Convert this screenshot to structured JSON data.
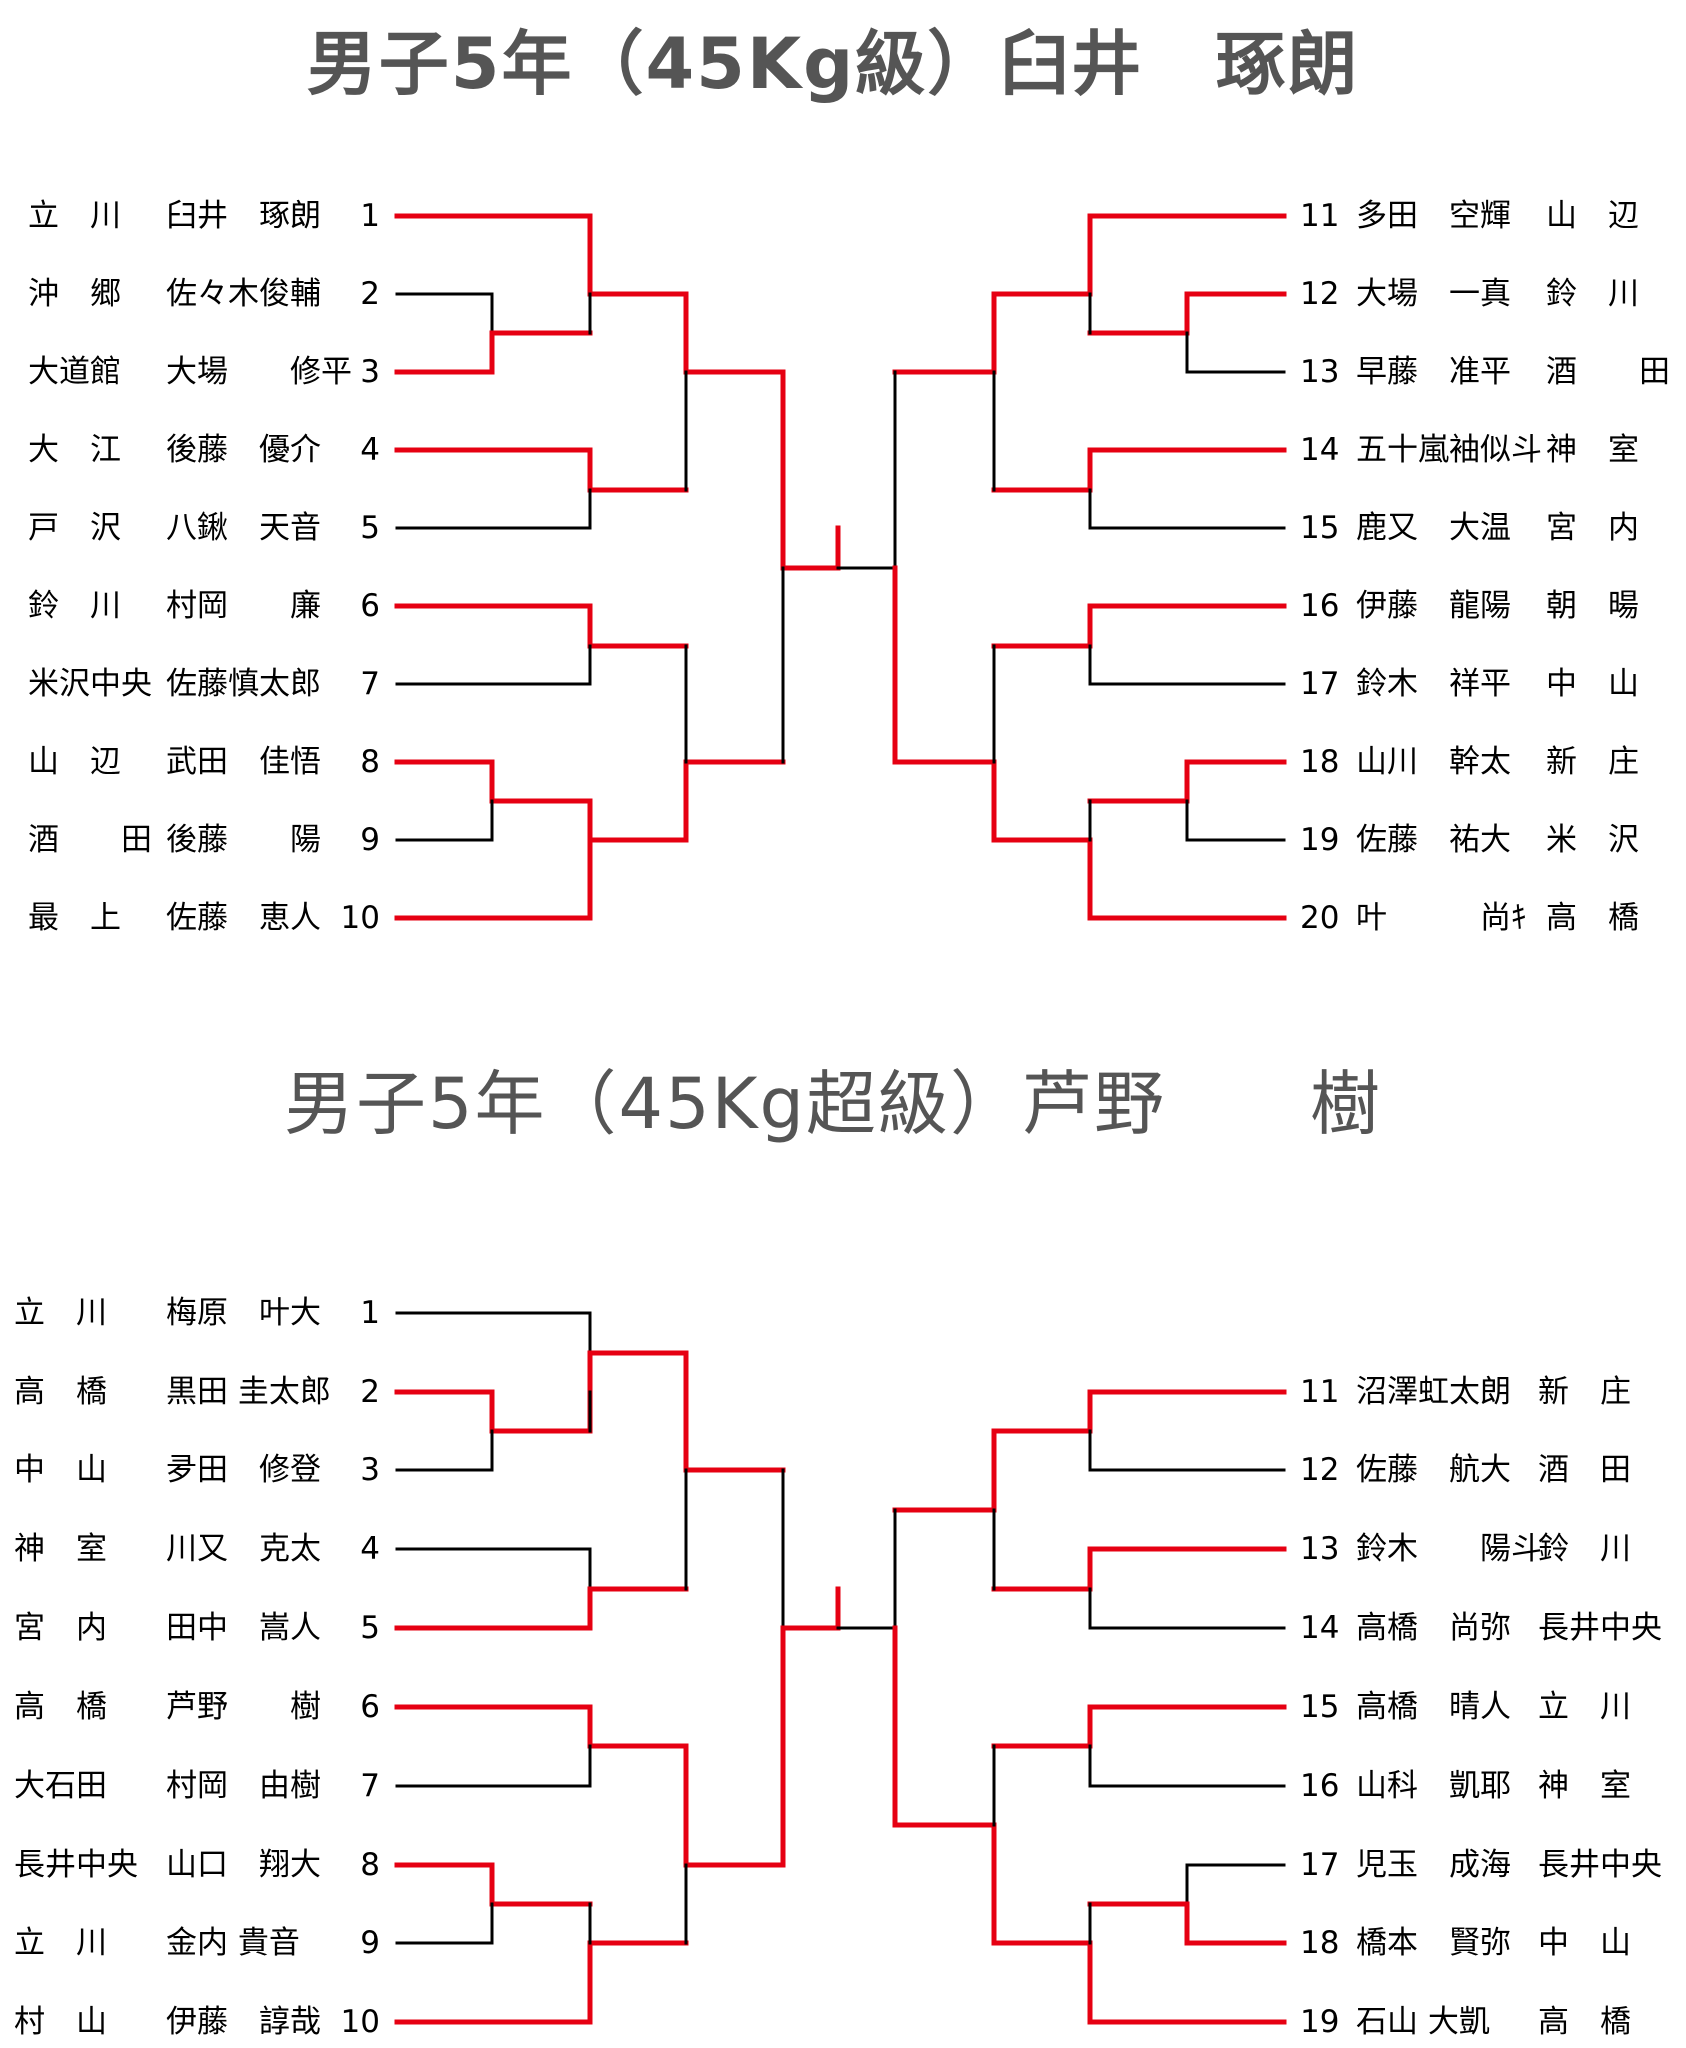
{
  "brackets": [
    {
      "title": "男子5年（45Kg級）臼井　琢朗",
      "left": [
        {
          "team": "立　川",
          "name": "臼井　琢朗",
          "no": "1"
        },
        {
          "team": "沖　郷",
          "name": "佐々木俊輔",
          "no": "2"
        },
        {
          "team": "大道館",
          "name": "大場　　修平",
          "no": "3"
        },
        {
          "team": "大　江",
          "name": "後藤　優介",
          "no": "4"
        },
        {
          "team": "戸　沢",
          "name": "八鍬　天音",
          "no": "5"
        },
        {
          "team": "鈴　川",
          "name": "村岡　　廉",
          "no": "6"
        },
        {
          "team": "米沢中央",
          "name": "佐藤慎太郎",
          "no": "7"
        },
        {
          "team": "山　辺",
          "name": "武田　佳悟",
          "no": "8"
        },
        {
          "team": "酒　　田",
          "name": "後藤　　陽",
          "no": "9"
        },
        {
          "team": "最　上",
          "name": "佐藤　恵人",
          "no": "10"
        }
      ],
      "right": [
        {
          "no": "11",
          "name": "多田　空輝",
          "team": "山　辺"
        },
        {
          "no": "12",
          "name": "大場　一真",
          "team": "鈴　川"
        },
        {
          "no": "13",
          "name": "早藤　准平",
          "team": "酒　　田"
        },
        {
          "no": "14",
          "name": "五十嵐袖似斗",
          "team": "神　室"
        },
        {
          "no": "15",
          "name": "鹿又　大温",
          "team": "宮　内"
        },
        {
          "no": "16",
          "name": "伊藤　龍陽",
          "team": "朝　暘"
        },
        {
          "no": "17",
          "name": "鈴木　祥平",
          "team": "中　山"
        },
        {
          "no": "18",
          "name": "山川　幹太",
          "team": "新　庄"
        },
        {
          "no": "19",
          "name": "佐藤　祐大",
          "team": "米　沢"
        },
        {
          "no": "20",
          "name": "叶　　　尚ｷ",
          "team": "高　橋"
        }
      ]
    },
    {
      "title": "男子5年（45Kg超級）芦野　　樹",
      "left": [
        {
          "team": "立　川",
          "name": "梅原　叶大",
          "no": "1"
        },
        {
          "team": "高　橋",
          "name": "黒田 圭太郎",
          "no": "2"
        },
        {
          "team": "中　山",
          "name": "夛田　修登",
          "no": "3"
        },
        {
          "team": "神　室",
          "name": "川又　克太",
          "no": "4"
        },
        {
          "team": "宮　内",
          "name": "田中　嵩人",
          "no": "5"
        },
        {
          "team": "高　橋",
          "name": "芦野　　樹",
          "no": "6"
        },
        {
          "team": "大石田",
          "name": "村岡　由樹",
          "no": "7"
        },
        {
          "team": "長井中央",
          "name": "山口　翔大",
          "no": "8"
        },
        {
          "team": "立　川",
          "name": "金内 貴音",
          "no": "9"
        },
        {
          "team": "村　山",
          "name": "伊藤　諄哉",
          "no": "10"
        }
      ],
      "right": [
        {
          "no": "11",
          "name": "沼澤虹太朗",
          "team": "新　庄"
        },
        {
          "no": "12",
          "name": "佐藤　航大",
          "team": "酒　田"
        },
        {
          "no": "13",
          "name": "鈴木　　陽斗",
          "team": "鈴　川"
        },
        {
          "no": "14",
          "name": "高橋　尚弥",
          "team": "長井中央"
        },
        {
          "no": "15",
          "name": "高橋　晴人",
          "team": "立　川"
        },
        {
          "no": "16",
          "name": "山科　凱耶",
          "team": "神　室"
        },
        {
          "no": "17",
          "name": "児玉　成海",
          "team": "長井中央"
        },
        {
          "no": "18",
          "name": "橋本　賢弥",
          "team": "中　山"
        },
        {
          "no": "19",
          "name": "石山 大凱",
          "team": "高　橋"
        }
      ]
    }
  ],
  "colors": {
    "winner_line": "#e60012",
    "line": "#000000",
    "title": "#555555"
  }
}
